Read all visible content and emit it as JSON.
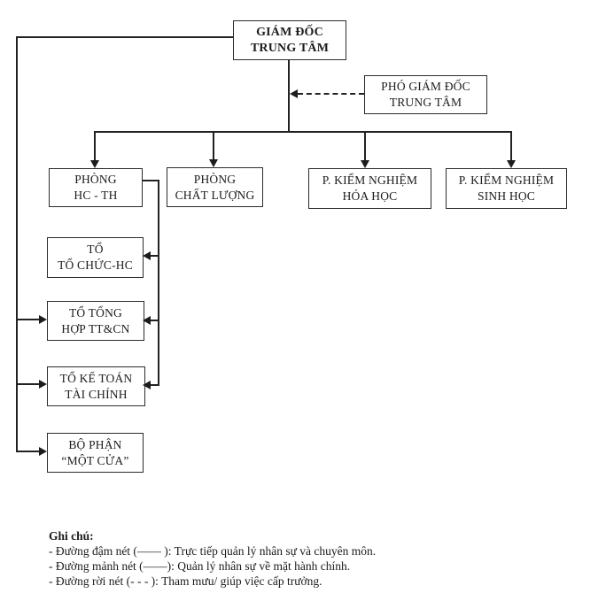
{
  "colors": {
    "line": "#222222",
    "background": "#ffffff",
    "text": "#1c1c1c"
  },
  "boxes": {
    "director": {
      "line1": "GIÁM ĐỐC",
      "line2": "TRUNG TÂM"
    },
    "deputy": {
      "line1": "PHÓ GIÁM ĐỐC",
      "line2": "TRUNG TÂM"
    },
    "dept_hcth": {
      "line1": "PHÒNG",
      "line2": "HC - TH"
    },
    "dept_quality": {
      "line1": "PHÒNG",
      "line2": "CHẤT LƯỢNG"
    },
    "dept_chem": {
      "line1": "P. KIỂM NGHIỆM",
      "line2": "HÓA HỌC"
    },
    "dept_bio": {
      "line1": "P. KIỂM NGHIỆM",
      "line2": "SINH HỌC"
    },
    "team_org": {
      "line1": "TỔ",
      "line2": "TỔ CHỨC-HC"
    },
    "team_synth": {
      "line1": "TỔ TỔNG",
      "line2": "HỢP TT&CN"
    },
    "team_finance": {
      "line1": "TỔ KẾ TOÁN",
      "line2": "TÀI CHÍNH"
    },
    "team_onedoor": {
      "line1": "BỘ PHẬN",
      "line2": "“MỘT CỬA”"
    }
  },
  "legend": {
    "title": "Ghi chú:",
    "items": [
      "- Đường đậm nét (—— ): Trực tiếp quản lý nhân sự và chuyên môn.",
      "- Đường mảnh nét (——): Quản lý nhân sự về mặt hành chính.",
      "- Đường rời nét (- - - ): Tham mưu/ giúp việc cấp trưởng."
    ]
  }
}
